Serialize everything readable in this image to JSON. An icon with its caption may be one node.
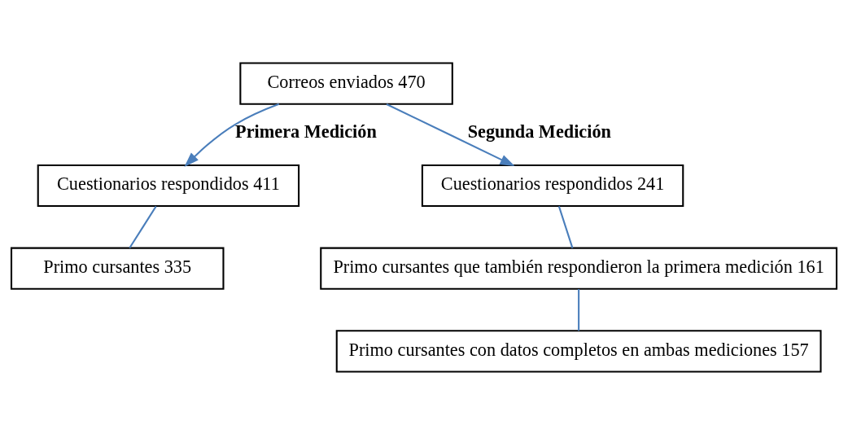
{
  "diagram": {
    "nodes": [
      {
        "text": [
          "Correos enviados 470"
        ]
      },
      {
        "text": [
          "Cuestionarios respondidos 411"
        ]
      },
      {
        "text": [
          "Primo cursantes 335"
        ]
      },
      {
        "text": [
          "Cuestionarios respondidos 241"
        ]
      },
      {
        "text": [
          "Primo cursantes que también respondieron la primera medición 161"
        ]
      },
      {
        "text": [
          "Primo cursantes con datos completos en ambas mediciones 157"
        ]
      }
    ],
    "edges": [
      {
        "from": 0,
        "to": 1,
        "arrow": "to",
        "label": "Primera Medición"
      },
      {
        "from": 0,
        "to": 3,
        "arrow": "to",
        "label": "Segunda Medición"
      },
      {
        "from": 1,
        "to": 2,
        "arrow": "none"
      },
      {
        "from": 3,
        "to": 4,
        "arrow": "none"
      },
      {
        "from": 4,
        "to": 5,
        "arrow": "none"
      }
    ]
  }
}
